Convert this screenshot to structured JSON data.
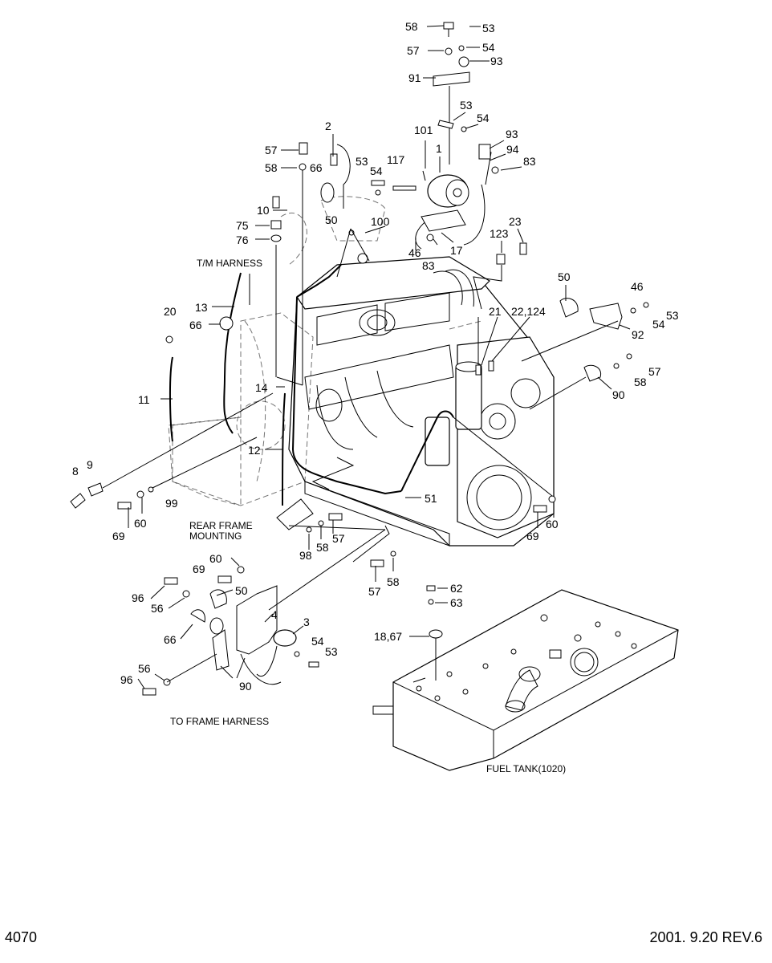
{
  "sheet": {
    "page_number": "4070",
    "revision": "2001. 9.20  REV.6"
  },
  "notes": {
    "tm_harness": "T/M HARNESS",
    "rear_frame_mounting_1": "REAR FRAME",
    "rear_frame_mounting_2": "MOUNTING",
    "to_frame_harness": "TO FRAME HARNESS",
    "fuel_tank": "FUEL TANK(1020)"
  },
  "callouts": [
    "58",
    "53",
    "57",
    "54",
    "93",
    "91",
    "53",
    "54",
    "101",
    "1",
    "93",
    "94",
    "83",
    "2",
    "57",
    "58",
    "66",
    "53",
    "54",
    "117",
    "10",
    "75",
    "76",
    "50",
    "100",
    "46",
    "83",
    "17",
    "123",
    "23",
    "T/M",
    "13",
    "20",
    "66",
    "50",
    "46",
    "53",
    "54",
    "92",
    "21",
    "22,124",
    "58",
    "57",
    "90",
    "11",
    "14",
    "12",
    "8",
    "9",
    "69",
    "60",
    "99",
    "51",
    "69",
    "60",
    "98",
    "58",
    "57",
    "57",
    "58",
    "62",
    "63",
    "18,67",
    "60",
    "69",
    "96",
    "56",
    "50",
    "4",
    "66",
    "3",
    "54",
    "53",
    "56",
    "96",
    "90"
  ]
}
